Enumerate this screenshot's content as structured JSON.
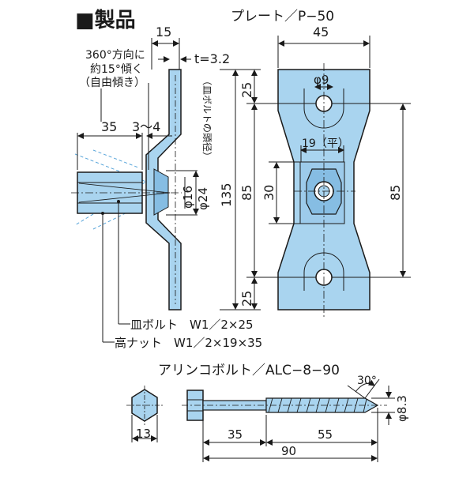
{
  "header": {
    "section_title": "■製品",
    "plate_label": "プレート／P−50"
  },
  "colors": {
    "steel": "#a9d4ef",
    "steel_dark": "#86bde3",
    "line": "#1a1a1a",
    "dash": "#5aa6da"
  },
  "side_view": {
    "dim_width": "15",
    "dim_thickness": "t=3.2",
    "dim_nut_length": "35",
    "dim_gap": "3〜4",
    "note_tilt_1": "360°方向に",
    "note_tilt_2": "約15°傾く",
    "note_tilt_3": "（自由傾き）",
    "dia_inner": "φ16",
    "dia_outer": "φ24",
    "head_note": "（皿ボルトの頭径）",
    "dim_total": "135"
  },
  "front_view": {
    "dim_width": "45",
    "dim_top": "25",
    "dim_middle": "85",
    "dim_bottom": "25",
    "dim_flat": "30",
    "dim_hole": "φ9",
    "dim_flat_width": "19（平）",
    "dim_side": "85"
  },
  "parts": {
    "bolt_label": "皿ボルト　W1／2×25",
    "nut_label": "高ナット　W1／2×19×35"
  },
  "anchor": {
    "title": "アリンコボルト／ALC−8−90",
    "angle": "30°",
    "dim_dia": "φ8.3",
    "dim_hex": "13",
    "dim_shank": "35",
    "dim_thread": "55",
    "dim_total": "90"
  }
}
